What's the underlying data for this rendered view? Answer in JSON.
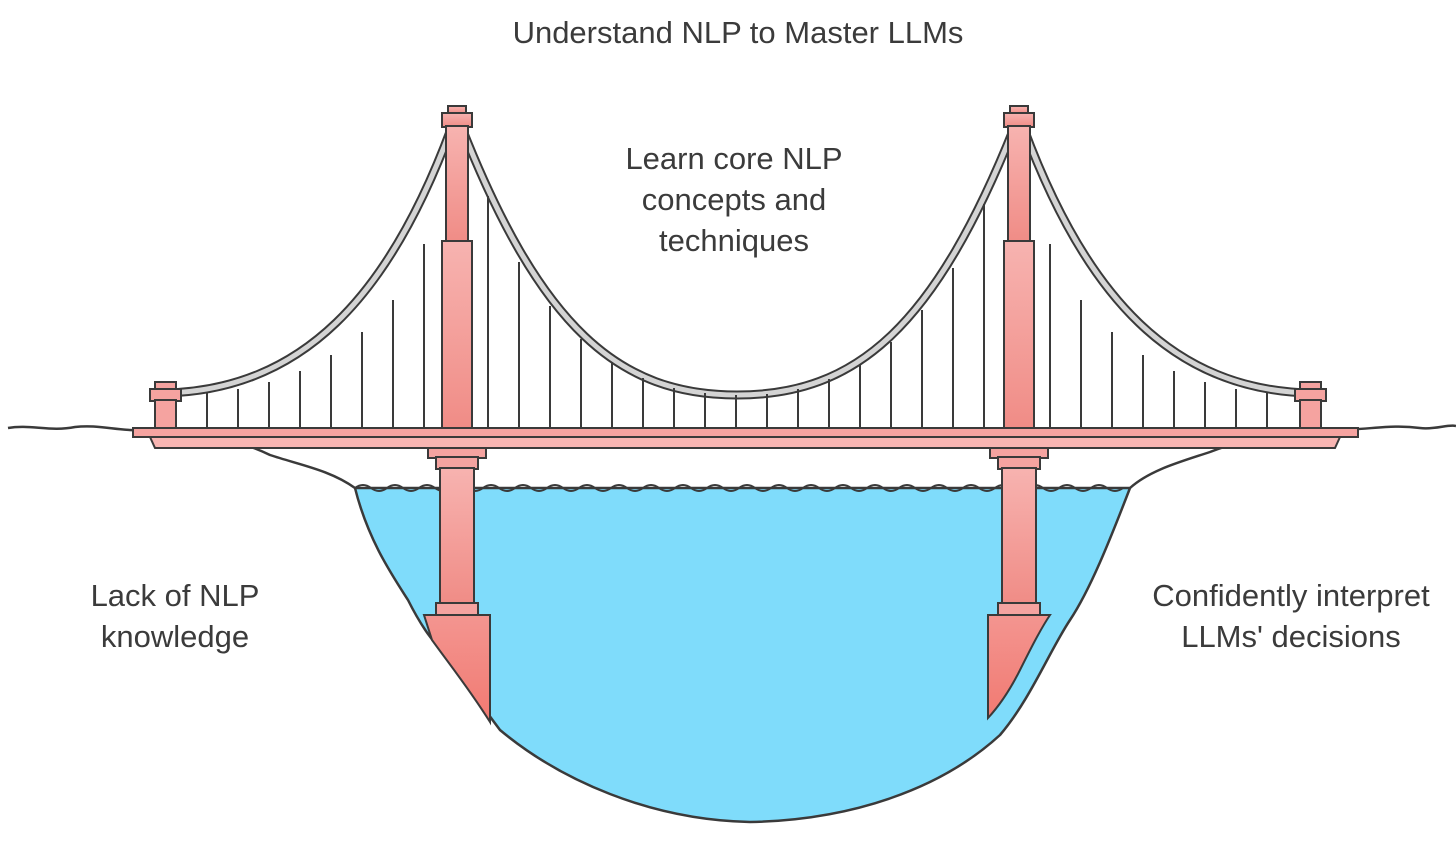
{
  "diagram": {
    "title": "Understand NLP to Master LLMs",
    "middle_label": "Learn core NLP\nconcepts and\ntechniques",
    "left_label": "Lack of NLP\nknowledge",
    "right_label": "Confidently interpret\nLLMs' decisions"
  },
  "colors": {
    "bridge": "#f5a3a0",
    "bridge_dark": "#e67a74",
    "bridge_outline": "#3a3a3a",
    "water": "#7fdcfb",
    "cable": "#d4d4d4",
    "text": "#3b3b3b"
  }
}
